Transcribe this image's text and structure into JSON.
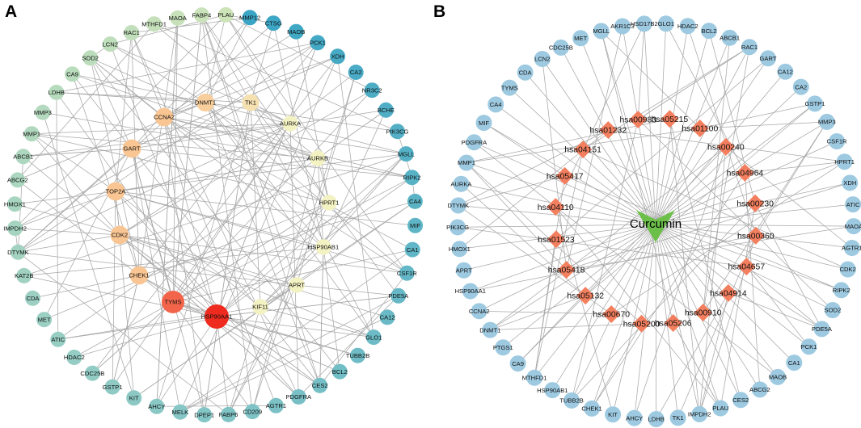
{
  "panels": [
    {
      "label": "A",
      "peripheral_nodes": [
        "MMP12",
        "CTSG",
        "MAOB",
        "PCK1",
        "XDH",
        "CA2",
        "NR3C2",
        "BCHE",
        "PIK3CG",
        "MGLL",
        "RIPK2",
        "CA4",
        "MIF",
        "CA1",
        "CSF1R",
        "PDE5A",
        "CA12",
        "GLO1",
        "TUBB2B",
        "BCL2",
        "CES2",
        "PDGFRA",
        "AGTR1",
        "CD209",
        "FABP6",
        "DPEP1",
        "MELK",
        "AHCY",
        "KIT",
        "GSTP1",
        "CDC25B",
        "HDAC2",
        "ATIC",
        "MET",
        "CDA",
        "KAT2B",
        "DTYMK",
        "IMPDH2",
        "HMOX1",
        "ABCG2",
        "ABCB1",
        "MMP1",
        "MMP3",
        "LDHB",
        "CA9",
        "SOD2",
        "LCN2",
        "RAC1",
        "MTHFD1",
        "MAOA",
        "FABP4",
        "PLAU"
      ],
      "hub_nodes": [
        {
          "name": "DNMT1",
          "degree_level": 0.4
        },
        {
          "name": "TK1",
          "degree_level": 0.3
        },
        {
          "name": "AURKA",
          "degree_level": 0.18
        },
        {
          "name": "AURKB",
          "degree_level": 0.18
        },
        {
          "name": "HPRT1",
          "degree_level": 0.18
        },
        {
          "name": "HSP90AB1",
          "degree_level": 0.18
        },
        {
          "name": "APRT",
          "degree_level": 0.18
        },
        {
          "name": "KIF11",
          "degree_level": 0.18
        },
        {
          "name": "HSP90AA1",
          "degree_level": 1.0
        },
        {
          "name": "TYMS",
          "degree_level": 0.85
        },
        {
          "name": "CHEK1",
          "degree_level": 0.45
        },
        {
          "name": "CDK2",
          "degree_level": 0.45
        },
        {
          "name": "TOP2A",
          "degree_level": 0.45
        },
        {
          "name": "GART",
          "degree_level": 0.45
        },
        {
          "name": "CCNA2",
          "degree_level": 0.45
        }
      ],
      "colors": {
        "hub_high": "#ee2b1e",
        "hub_mid": "#f9c592",
        "hub_low": "#f3f2c3",
        "periph_start": "#3aa5c5",
        "periph_mid": "#85c6c6",
        "periph_end": "#cde4b9",
        "edge": "#a8a8a8"
      }
    },
    {
      "label": "B",
      "peripheral_nodes": [
        "GLO1",
        "HDAC2",
        "BCL2",
        "ABCB1",
        "RAC1",
        "GART",
        "CA12",
        "CA2",
        "GSTP1",
        "MMP3",
        "CSF1R",
        "HPRT1",
        "XDH",
        "ATIC",
        "MAOA",
        "AGTR1",
        "CDK2",
        "RIPK2",
        "SOD2",
        "PDE5A",
        "PCK1",
        "CA1",
        "MAOB",
        "ABCG2",
        "CES2",
        "PLAU",
        "IMPDH2",
        "TK1",
        "LDHB",
        "AHCY",
        "KIT",
        "CHEK1",
        "TUBB2B",
        "HSP90AB1",
        "MTHFD1",
        "CA9",
        "PTGS1",
        "DNMT1",
        "CCNA2",
        "HSP90AA1",
        "APRT",
        "HMOX1",
        "PIK3CG",
        "DTYMK",
        "AURKA",
        "MMP1",
        "PDGFRA",
        "MIF",
        "CA4",
        "TYMS",
        "CDA",
        "LCN2",
        "CDC25B",
        "MET",
        "MGLL",
        "AKR1C3",
        "HSD17B2"
      ],
      "pathway_nodes": [
        "hsa00983",
        "hsa05215",
        "hsa01100",
        "hsa00240",
        "hsa04964",
        "hsa00230",
        "hsa00360",
        "hsa04657",
        "hsa04914",
        "hsa00910",
        "hsa05206",
        "hsa05200",
        "hsa00670",
        "hsa05132",
        "hsa05418",
        "hsa01523",
        "hsa04110",
        "hsa05417",
        "hsa04151",
        "hsa01232"
      ],
      "center_node": "Curcumin",
      "colors": {
        "target": "#9ecae1",
        "pathway": "#f47f5f",
        "compound": "#6cc04a",
        "edge": "#a8a8a8"
      }
    }
  ]
}
